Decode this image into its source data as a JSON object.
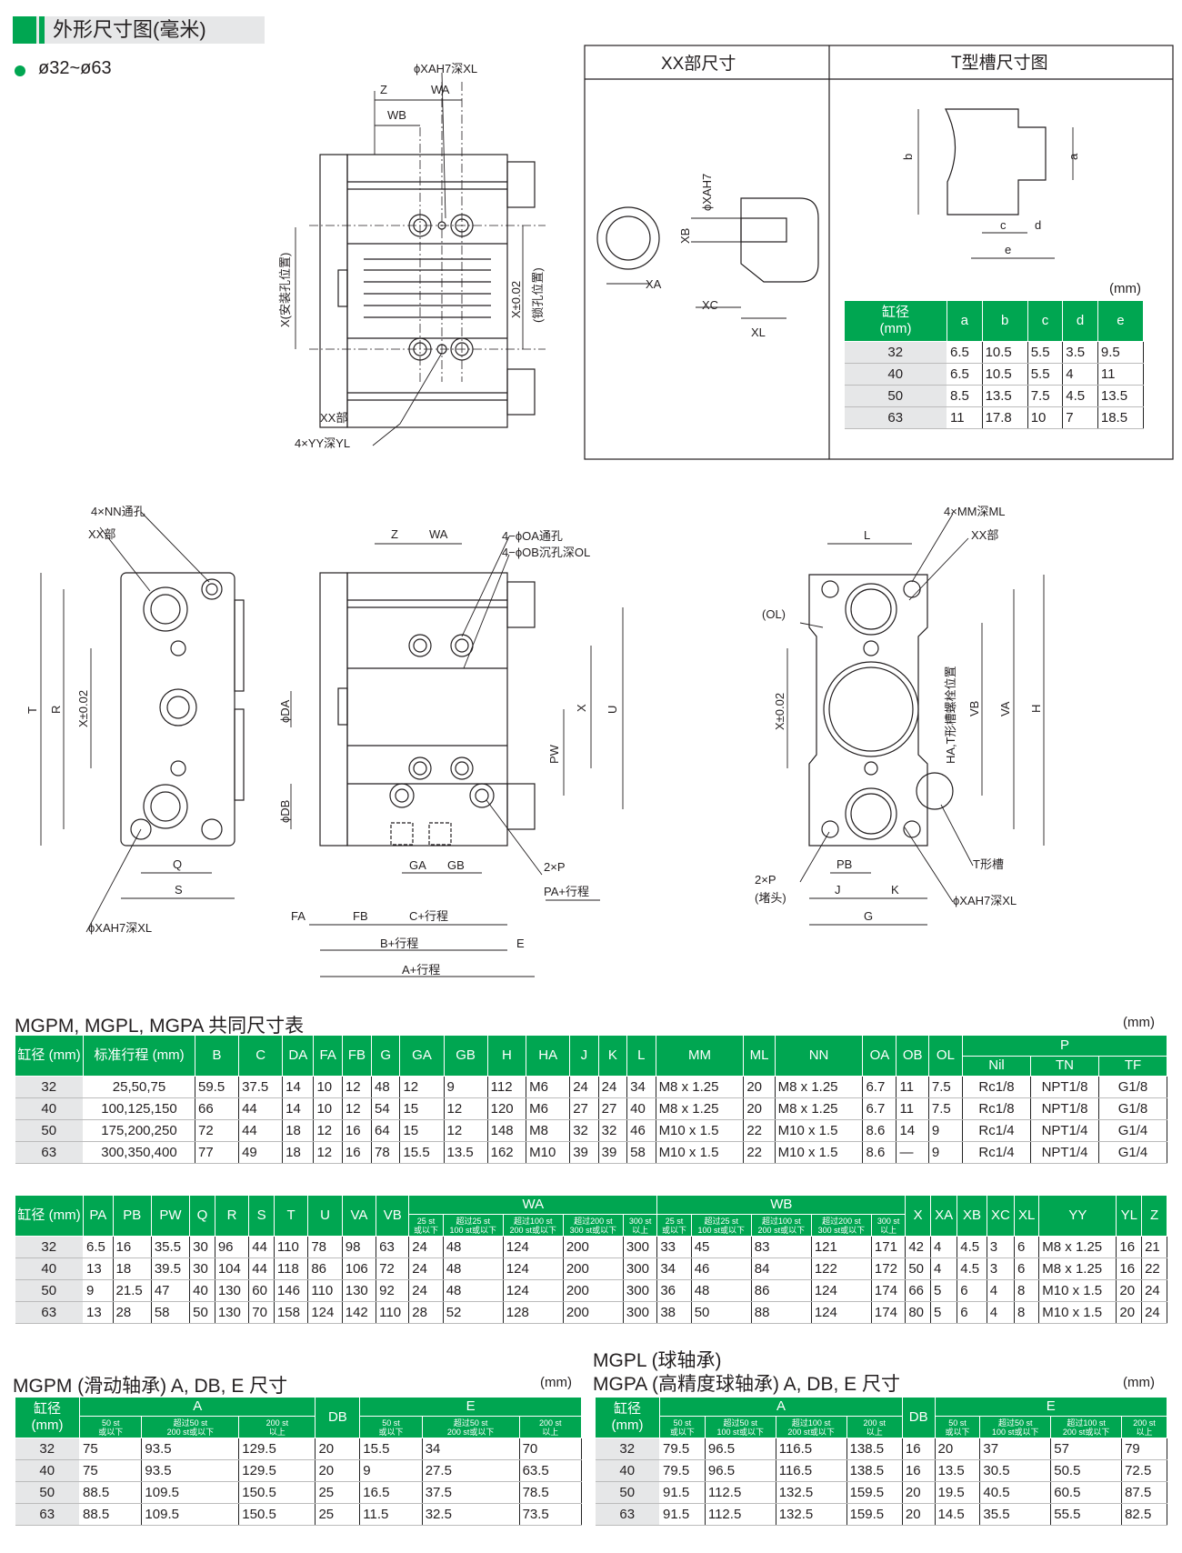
{
  "header": {
    "title": "外形尺寸图(毫米)",
    "range": "ø32~ø63"
  },
  "xx_box": {
    "title_left": "XX部尺寸",
    "title_right": "T型槽尺寸图",
    "unit": "(mm)"
  },
  "labels": {
    "xah7": "ϕXAH7深XL",
    "z": "Z",
    "wa": "WA",
    "wb": "WB",
    "xx_part": "XX部",
    "yy": "4×YY深YL",
    "x_mount": "X(安装孔位置)",
    "x_lock": "X±0.02",
    "x_lock_pos": "(锁孔位置)",
    "xa": "XA",
    "xb": "XB",
    "xc": "XC",
    "xl": "XL",
    "xah7_small": "ϕXAH7",
    "ta": "a",
    "tb": "b",
    "tc": "c",
    "td": "d",
    "te": "e",
    "nn": "4×NN通孔",
    "t": "T",
    "r": "R",
    "x002": "X±0.02",
    "q": "Q",
    "s": "S",
    "oa": "4−ϕOA通孔",
    "ob": "4−ϕOB沉孔深OL",
    "da": "ϕDA",
    "db": "ϕDB",
    "x": "X",
    "u": "U",
    "pw": "PW",
    "ga": "GA",
    "gb": "GB",
    "p2": "2×P",
    "pa": "PA+行程",
    "fa": "FA",
    "fb": "FB",
    "c_stroke": "C+行程",
    "b_stroke": "B+行程",
    "e": "E",
    "a_stroke": "A+行程",
    "mm": "4×MM深ML",
    "l": "L",
    "ol": "(OL)",
    "ha": "HA,T形槽螺栓位置",
    "vb": "VB",
    "va": "VA",
    "h": "H",
    "tslot": "T形槽",
    "p2_plug": "2×P",
    "plug": "(堵头)",
    "pb": "PB",
    "j": "J",
    "k": "K",
    "g": "G"
  },
  "tslot_table": {
    "headers": [
      "缸径\n(mm)",
      "a",
      "b",
      "c",
      "d",
      "e"
    ],
    "rows": [
      [
        "32",
        "6.5",
        "10.5",
        "5.5",
        "3.5",
        "9.5"
      ],
      [
        "40",
        "6.5",
        "10.5",
        "5.5",
        "4",
        "11"
      ],
      [
        "50",
        "8.5",
        "13.5",
        "7.5",
        "4.5",
        "13.5"
      ],
      [
        "63",
        "11",
        "17.8",
        "10",
        "7",
        "18.5"
      ]
    ]
  },
  "common": {
    "title": "MGPM, MGPL, MGPA 共同尺寸表",
    "unit": "(mm)",
    "headers": [
      "缸径\n(mm)",
      "标准行程 (mm)",
      "B",
      "C",
      "DA",
      "FA",
      "FB",
      "G",
      "GA",
      "GB",
      "H",
      "HA",
      "J",
      "K",
      "L",
      "MM",
      "ML",
      "NN",
      "OA",
      "OB",
      "OL"
    ],
    "p_group": "P",
    "p_sub": [
      "Nil",
      "TN",
      "TF"
    ],
    "strokes": [
      "25,50,75",
      "100,125,150",
      "175,200,250",
      "300,350,400"
    ],
    "rows": [
      [
        "32",
        "59.5",
        "37.5",
        "14",
        "10",
        "12",
        "48",
        "12",
        "9",
        "112",
        "M6",
        "24",
        "24",
        "34",
        "M8 x 1.25",
        "20",
        "M8 x 1.25",
        "6.7",
        "11",
        "7.5",
        "Rc1/8",
        "NPT1/8",
        "G1/8"
      ],
      [
        "40",
        "66",
        "44",
        "14",
        "10",
        "12",
        "54",
        "15",
        "12",
        "120",
        "M6",
        "27",
        "27",
        "40",
        "M8 x 1.25",
        "20",
        "M8 x 1.25",
        "6.7",
        "11",
        "7.5",
        "Rc1/8",
        "NPT1/8",
        "G1/8"
      ],
      [
        "50",
        "72",
        "44",
        "18",
        "12",
        "16",
        "64",
        "15",
        "12",
        "148",
        "M8",
        "32",
        "32",
        "46",
        "M10 x 1.5",
        "22",
        "M10 x 1.5",
        "8.6",
        "14",
        "9",
        "Rc1/4",
        "NPT1/4",
        "G1/4"
      ],
      [
        "63",
        "77",
        "49",
        "18",
        "12",
        "16",
        "78",
        "15.5",
        "13.5",
        "162",
        "M10",
        "39",
        "39",
        "58",
        "M10 x 1.5",
        "22",
        "M10 x 1.5",
        "8.6",
        "—",
        "9",
        "Rc1/4",
        "NPT1/4",
        "G1/4"
      ]
    ]
  },
  "second": {
    "headers_a": [
      "缸径\n(mm)",
      "PA",
      "PB",
      "PW",
      "Q",
      "R",
      "S",
      "T",
      "U",
      "VA",
      "VB"
    ],
    "wa": "WA",
    "wb": "WB",
    "wa_sub": [
      "25 st\n或以下",
      "超过25 st\n100 st或以下",
      "超过100 st\n200 st或以下",
      "超过200 st\n300 st或以下",
      "300 st\n以上"
    ],
    "wb_sub": [
      "25 st\n或以下",
      "超过25 st\n100 st或以下",
      "超过100 st\n200 st或以下",
      "超过200 st\n300 st或以下",
      "300 st\n以上"
    ],
    "headers_b": [
      "X",
      "XA",
      "XB",
      "XC",
      "XL",
      "YY",
      "YL",
      "Z"
    ],
    "rows": [
      [
        "32",
        "6.5",
        "16",
        "35.5",
        "30",
        "96",
        "44",
        "110",
        "78",
        "98",
        "63",
        "24",
        "48",
        "124",
        "200",
        "300",
        "33",
        "45",
        "83",
        "121",
        "171",
        "42",
        "4",
        "4.5",
        "3",
        "6",
        "M8 x 1.25",
        "16",
        "21"
      ],
      [
        "40",
        "13",
        "18",
        "39.5",
        "30",
        "104",
        "44",
        "118",
        "86",
        "106",
        "72",
        "24",
        "48",
        "124",
        "200",
        "300",
        "34",
        "46",
        "84",
        "122",
        "172",
        "50",
        "4",
        "4.5",
        "3",
        "6",
        "M8 x 1.25",
        "16",
        "22"
      ],
      [
        "50",
        "9",
        "21.5",
        "47",
        "40",
        "130",
        "60",
        "146",
        "110",
        "130",
        "92",
        "24",
        "48",
        "124",
        "200",
        "300",
        "36",
        "48",
        "86",
        "124",
        "174",
        "66",
        "5",
        "6",
        "4",
        "8",
        "M10 x 1.5",
        "20",
        "24"
      ],
      [
        "63",
        "13",
        "28",
        "58",
        "50",
        "130",
        "70",
        "158",
        "124",
        "142",
        "110",
        "28",
        "52",
        "128",
        "200",
        "300",
        "38",
        "50",
        "88",
        "124",
        "174",
        "80",
        "5",
        "6",
        "4",
        "8",
        "M10 x 1.5",
        "20",
        "24"
      ]
    ]
  },
  "mgpm": {
    "title": "MGPM (滑动轴承) A, DB, E 尺寸",
    "unit": "(mm)",
    "bore": "缸径\n(mm)",
    "a": "A",
    "db": "DB",
    "e": "E",
    "a_sub": [
      "50 st\n或以下",
      "超过50 st\n200 st或以下",
      "200 st\n以上"
    ],
    "e_sub": [
      "50 st\n或以下",
      "超过50 st\n200 st或以下",
      "200 st\n以上"
    ],
    "rows": [
      [
        "32",
        "75",
        "93.5",
        "129.5",
        "20",
        "15.5",
        "34",
        "70"
      ],
      [
        "40",
        "75",
        "93.5",
        "129.5",
        "20",
        "9",
        "27.5",
        "63.5"
      ],
      [
        "50",
        "88.5",
        "109.5",
        "150.5",
        "25",
        "16.5",
        "37.5",
        "78.5"
      ],
      [
        "63",
        "88.5",
        "109.5",
        "150.5",
        "25",
        "11.5",
        "32.5",
        "73.5"
      ]
    ]
  },
  "mgpl": {
    "title1": "MGPL (球轴承)",
    "title2": "MGPA (高精度球轴承) A, DB, E 尺寸",
    "unit": "(mm)",
    "bore": "缸径\n(mm)",
    "a": "A",
    "db": "DB",
    "e": "E",
    "a_sub": [
      "50 st\n或以下",
      "超过50 st\n100 st或以下",
      "超过100 st\n200 st或以下",
      "200 st\n以上"
    ],
    "e_sub": [
      "50 st\n或以下",
      "超过50 st\n100 st或以下",
      "超过100 st\n200 st或以下",
      "200 st\n以上"
    ],
    "rows": [
      [
        "32",
        "79.5",
        "96.5",
        "116.5",
        "138.5",
        "16",
        "20",
        "37",
        "57",
        "79"
      ],
      [
        "40",
        "79.5",
        "96.5",
        "116.5",
        "138.5",
        "16",
        "13.5",
        "30.5",
        "50.5",
        "72.5"
      ],
      [
        "50",
        "91.5",
        "112.5",
        "132.5",
        "159.5",
        "20",
        "19.5",
        "40.5",
        "60.5",
        "87.5"
      ],
      [
        "63",
        "91.5",
        "112.5",
        "132.5",
        "159.5",
        "20",
        "14.5",
        "35.5",
        "55.5",
        "82.5"
      ]
    ]
  }
}
